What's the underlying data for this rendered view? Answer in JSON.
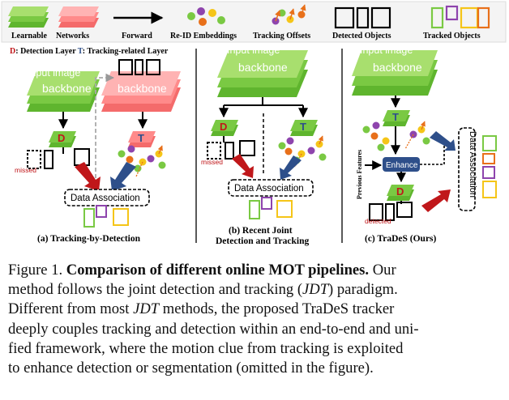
{
  "legend": {
    "learnable": "Learnable",
    "networks": "Networks",
    "forward": "Forward",
    "reid": "Re-ID Embeddings",
    "offsets": "Tracking Offsets",
    "detected": "Detected Objects",
    "tracked": "Tracked Objects"
  },
  "layer_note": {
    "d_letter": "D",
    "d_text": ": Detection Layer ",
    "t_letter": "T",
    "t_text": ": Tracking-related Layer"
  },
  "panel_a": {
    "input": "Input image",
    "backbone_1": "backbone",
    "backbone_2": "backbone",
    "d": "D",
    "t": "T",
    "missed": "missed",
    "assoc": "Data Association",
    "caption": "(a) Tracking-by-Detection"
  },
  "panel_b": {
    "input": "Input image",
    "backbone": "backbone",
    "d": "D",
    "t": "T",
    "missed": "missed",
    "assoc": "Data Association",
    "caption_1": "(b) Recent Joint",
    "caption_2": "Detection and Tracking"
  },
  "panel_c": {
    "input": "Input image",
    "backbone": "backbone",
    "t": "T",
    "d": "D",
    "enhance": "Enhance",
    "prev": "Previous Features",
    "detected": "detected",
    "assoc": "Data Association",
    "caption": "(c) TraDeS (Ours)"
  },
  "caption": {
    "line1_a": "Figure 1. ",
    "line1_b": "Comparison of different online MOT pipelines.",
    "line1_c": " Our",
    "line2_a": "method follows the joint detection and tracking (",
    "line2_b": "JDT",
    "line2_c": ") paradigm.",
    "line3_a": "Different from most ",
    "line3_b": "JDT",
    "line3_c": " methods, the proposed TraDeS tracker",
    "line4": "deeply couples tracking and detection within an end-to-end and uni-",
    "line5": "fied framework, where the motion clue from tracking is exploited",
    "line6": "to enhance detection or segmentation (omitted in the figure)."
  },
  "colors": {
    "green": "#7ac943",
    "green_light": "#a8df6e",
    "red": "#ff8a8a",
    "blue": "#2e4f8a",
    "dark_red": "#c0171a",
    "yellow": "#f5c518",
    "purple": "#8e44ad",
    "orange": "#e8701a"
  }
}
